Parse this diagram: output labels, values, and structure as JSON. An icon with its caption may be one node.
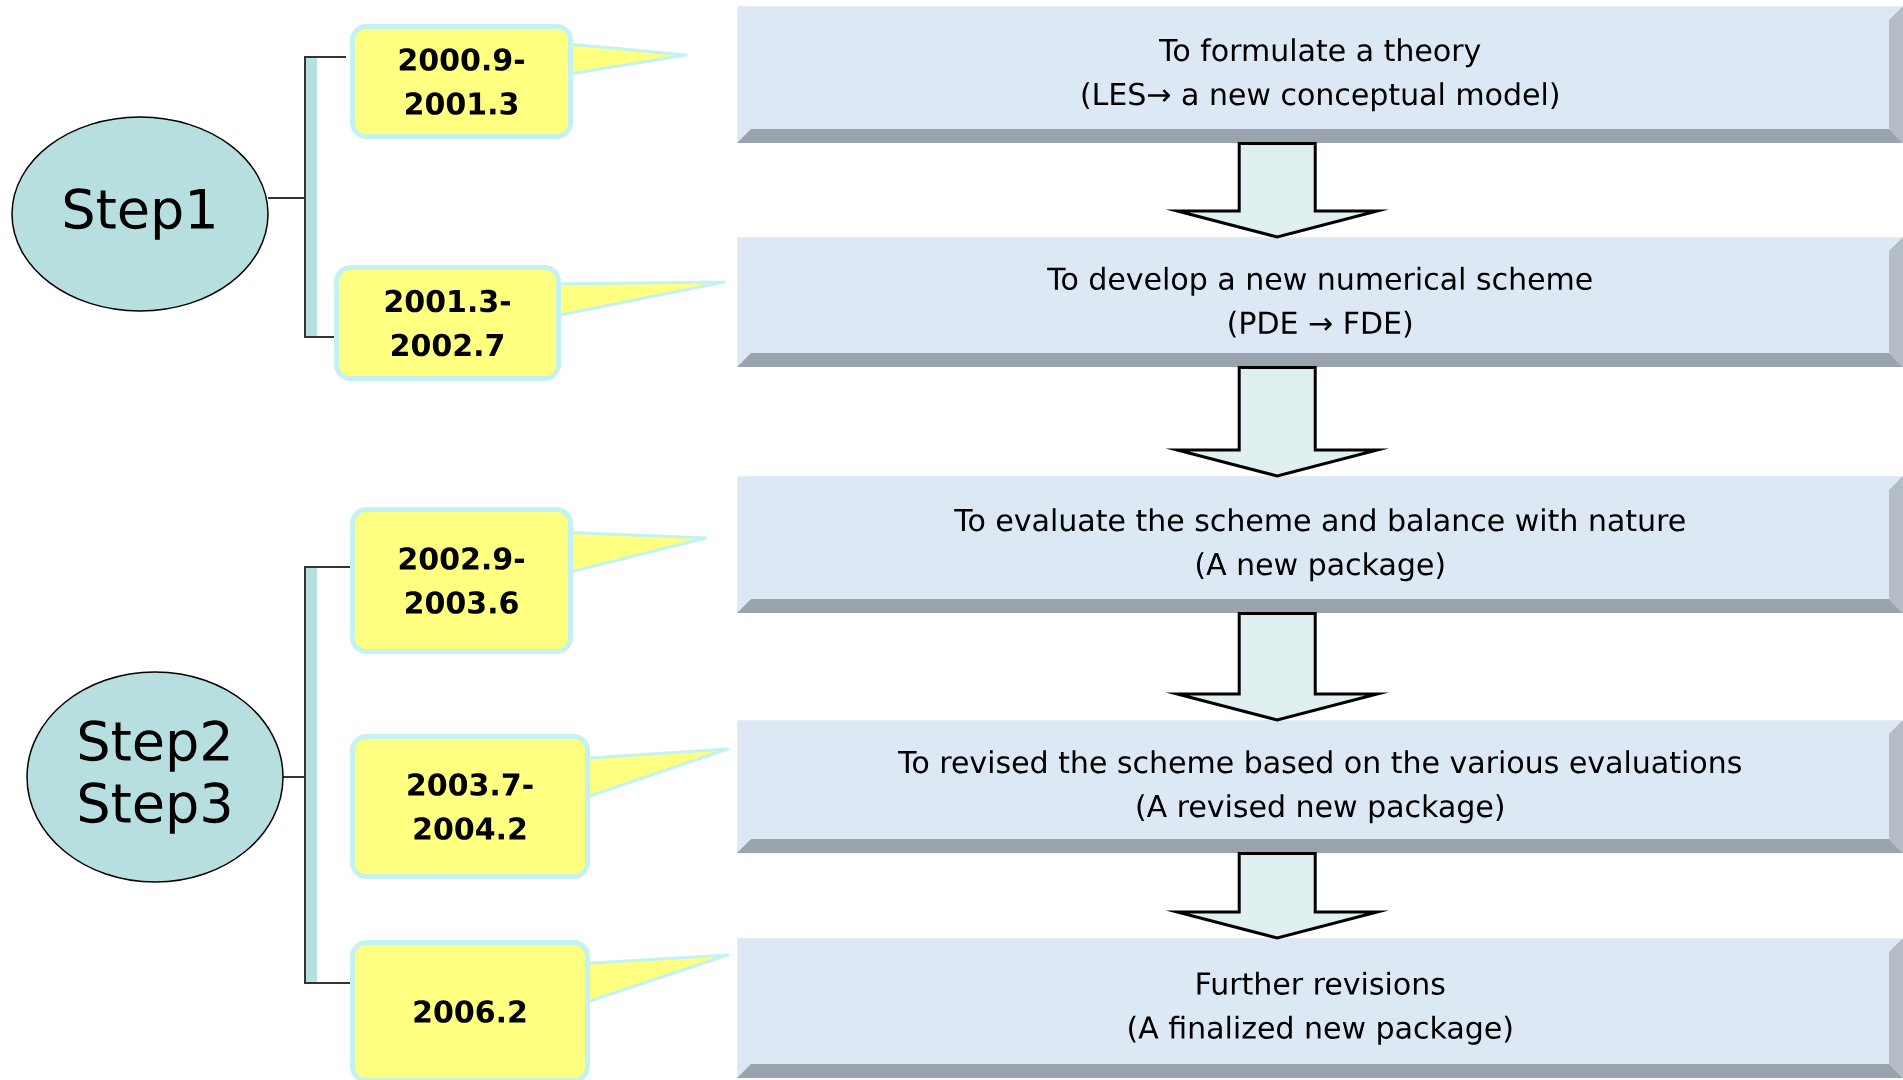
{
  "diagram": {
    "nodes": [
      {
        "text": [
          "Step1"
        ]
      },
      {
        "text": [
          "2000.9- 2001.3"
        ]
      },
      {
        "text": [
          "2001.3- 2002.7"
        ]
      },
      {
        "text": [
          "Step2 Step3"
        ]
      },
      {
        "text": [
          "2002.9- 2003.6"
        ]
      },
      {
        "text": [
          "2003.7- 2004.2"
        ]
      },
      {
        "text": [
          "2006.2"
        ]
      },
      {
        "text": [
          "To formulate a theory",
          "(LES→ a new conceptual model)"
        ]
      },
      {
        "text": [
          "To develop a new numerical scheme",
          "(PDE → FDE)"
        ]
      },
      {
        "text": [
          "To evaluate the scheme and balance with nature",
          "(A new package)"
        ]
      },
      {
        "text": [
          "To revised the scheme based on the various evaluations",
          "(A revised new package)"
        ]
      },
      {
        "text": [
          "Further revisions",
          "(A finalized new package)"
        ]
      }
    ],
    "edges": [
      {
        "from": 7,
        "to": 8,
        "arrow": "to"
      },
      {
        "from": 8,
        "to": 9,
        "arrow": "to"
      },
      {
        "from": 9,
        "to": 10,
        "arrow": "to"
      },
      {
        "from": 10,
        "to": 11,
        "arrow": "to"
      }
    ]
  }
}
